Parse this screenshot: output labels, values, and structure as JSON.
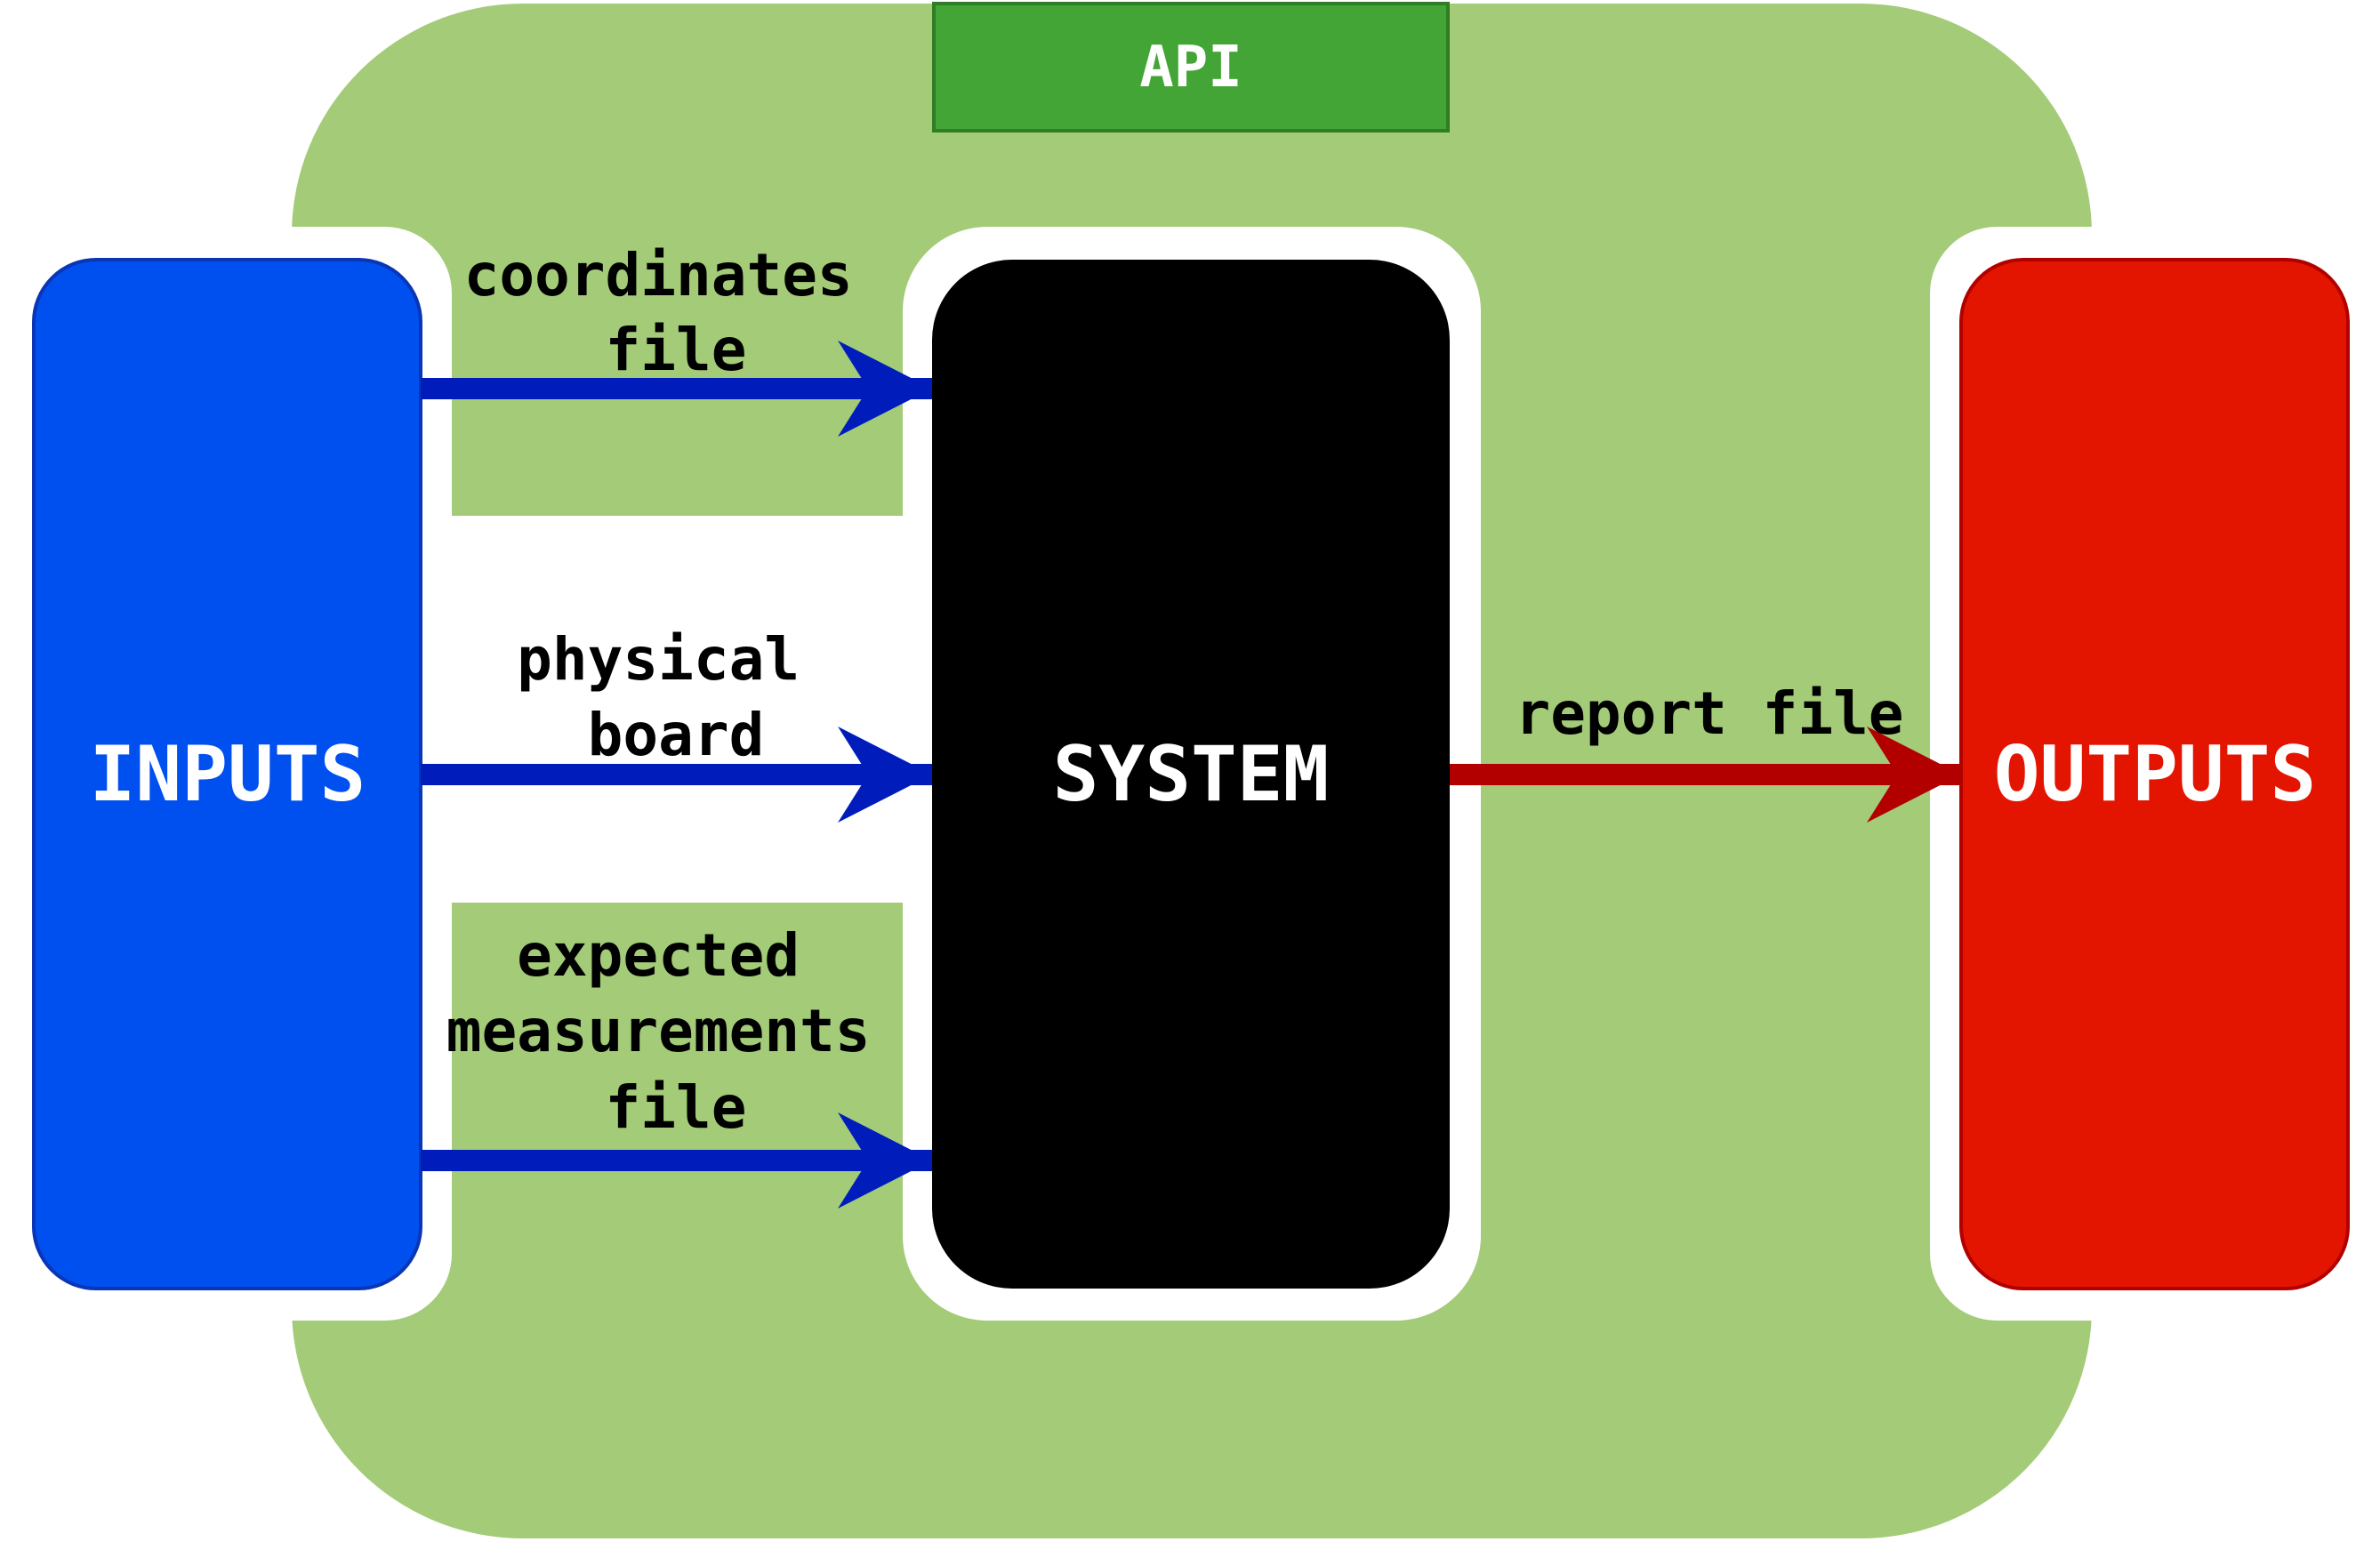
{
  "api": {
    "label": "API"
  },
  "nodes": {
    "inputs": "INPUTS",
    "system": "SYSTEM",
    "outputs": "OUTPUTS"
  },
  "edges": {
    "coordinates": [
      "coordinates",
      "file"
    ],
    "physical": [
      "physical",
      "board"
    ],
    "expected": [
      "expected",
      "measurements",
      "file"
    ],
    "report": [
      "report file"
    ]
  },
  "colors": {
    "api_region": "#a3cb78",
    "api_tab": "#43a535",
    "inputs_box": "#0050ef",
    "system_box": "#000000",
    "outputs_box": "#e31500",
    "input_arrow": "#001dbc",
    "output_arrow": "#b20000"
  }
}
